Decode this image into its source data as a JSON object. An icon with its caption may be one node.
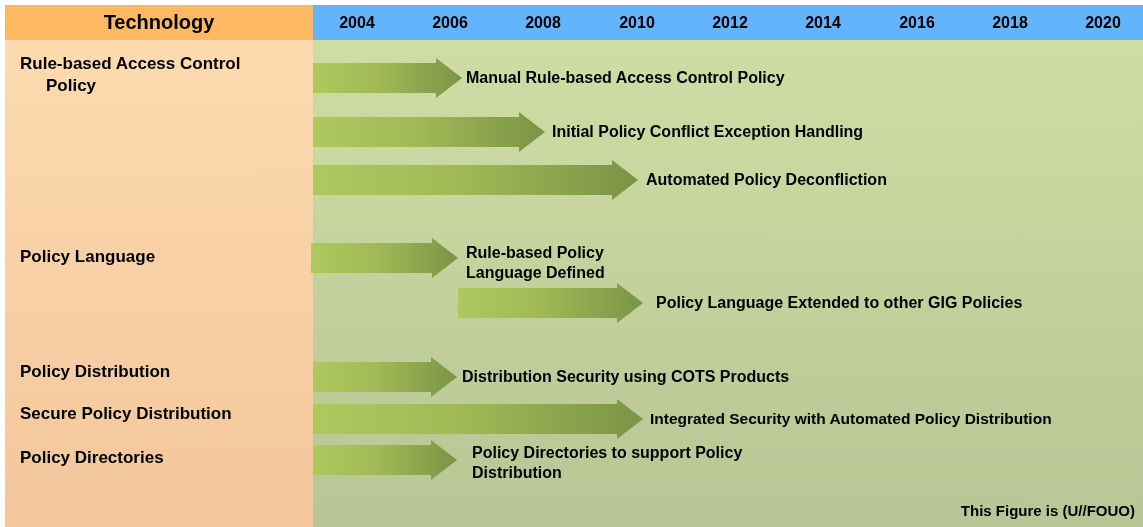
{
  "diagram": {
    "nodes": [
      {
        "text": [],
        "shape": "arrow",
        "beside": [
          "Manual Rule-based Access Control Policy"
        ]
      },
      {
        "text": [],
        "shape": "arrow",
        "beside": [
          "Initial Policy Conflict Exception Handling"
        ]
      },
      {
        "text": [],
        "shape": "arrow",
        "beside": [
          "Automated Policy Deconfliction"
        ]
      },
      {
        "text": [],
        "shape": "arrow",
        "beside": [
          "Rule-based Policy Language Defined"
        ]
      },
      {
        "text": [],
        "shape": "arrow",
        "beside": [
          "Policy Language Extended to other GIG Policies"
        ]
      },
      {
        "text": [],
        "shape": "arrow",
        "beside": [
          "Distribution Security using COTS Products"
        ]
      },
      {
        "text": [],
        "shape": "arrow",
        "beside": [
          "Integrated Security with Automated Policy Distribution"
        ]
      },
      {
        "text": [],
        "shape": "arrow",
        "beside": [
          "Policy Directories to support Policy Distribution"
        ]
      }
    ],
    "labels": [
      "Technology",
      "2004",
      "2006",
      "2008",
      "2010",
      "2012",
      "2014",
      "2016",
      "2018",
      "2020",
      "Rule-based Access Control Policy",
      "Policy Language",
      "Policy Distribution",
      "Secure Policy Distribution",
      "Policy Directories",
      "This Figure is (U//FOUO)"
    ]
  }
}
